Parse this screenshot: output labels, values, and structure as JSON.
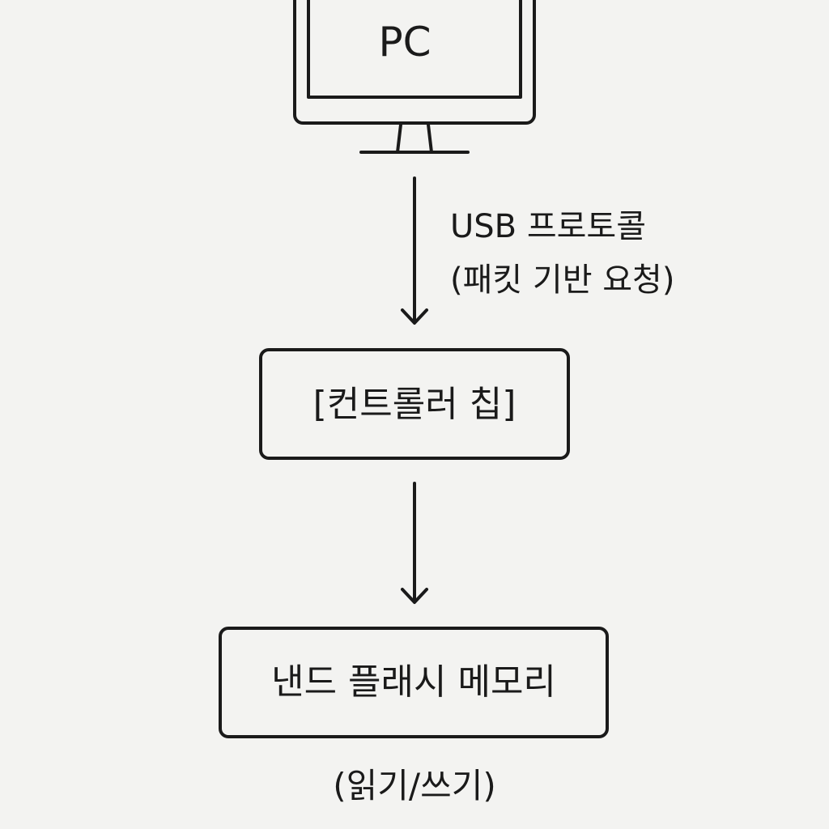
{
  "pc": {
    "label": "PC"
  },
  "link_pc_controller": {
    "line1": "USB 프로토콜",
    "line2": "(패킷 기반 요청)"
  },
  "controller": {
    "label": "[컨트롤러 칩]"
  },
  "nand": {
    "label": "낸드 플래시 메모리",
    "note": "(읽기/쓰기)"
  }
}
